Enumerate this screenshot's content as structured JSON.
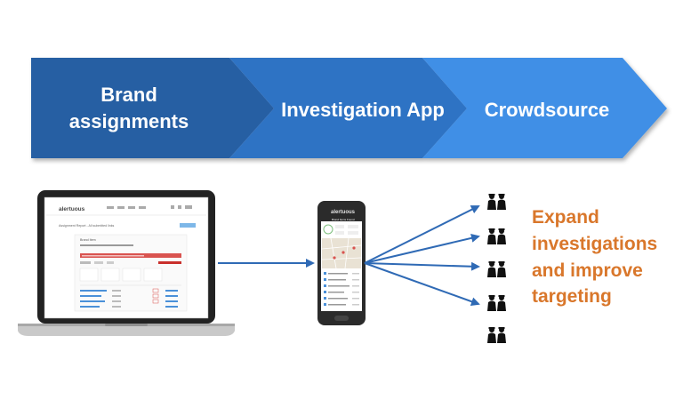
{
  "process_steps": [
    {
      "label_line1": "Brand",
      "label_line2": "assignments",
      "color": "#275ea3"
    },
    {
      "label": "Investigation App",
      "color": "#2f73c4"
    },
    {
      "label": "Crowdsource",
      "color": "#3f8fe6"
    }
  ],
  "laptop": {
    "brand": "alertuous",
    "page_heading": "Assignment Report - All submitted links",
    "card_title": "Brand Item",
    "alert_bar_color": "#d9534f"
  },
  "phone": {
    "brand": "alertuous",
    "header": "Brand Items Found"
  },
  "crowd_count": 5,
  "outcome": {
    "line1": "Expand",
    "line2": "investigations",
    "line3": "and improve",
    "line4": "targeting",
    "color": "#d9772b"
  },
  "colors": {
    "arrow": "#2f6ab5",
    "device_frame": "#2b2b2b"
  }
}
